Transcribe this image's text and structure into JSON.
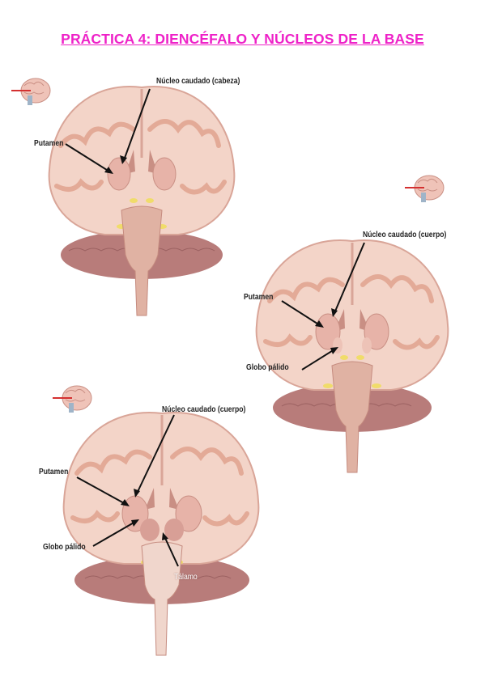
{
  "page": {
    "title": "PRÁCTICA 4: DIENCÉFALO Y NÚCLEOS DE LA BASE",
    "title_color": "#ee22c8"
  },
  "colors": {
    "tissue": "#f3d4c8",
    "gyri": "#eab7a3",
    "deep": "#c98f84",
    "cerebellum": "#b87c7a",
    "nuclei": "#e7b3a8",
    "yellow": "#f0dc6a",
    "arrow": "#111111"
  },
  "figures": [
    {
      "labels": {
        "caudate": "Núcleo caudado (cabeza)",
        "putamen": "Putamen"
      }
    },
    {
      "labels": {
        "caudate": "Núcleo caudado (cuerpo)",
        "putamen": "Putamen",
        "globus": "Globo pálido"
      }
    },
    {
      "labels": {
        "caudate": "Núcleo caudado (cuerpo)",
        "putamen": "Putamen",
        "globus": "Globo pálido",
        "thalamus": "Tálamo"
      }
    }
  ],
  "icons": [
    "brain-orientation-icon",
    "arrow-pointer"
  ]
}
